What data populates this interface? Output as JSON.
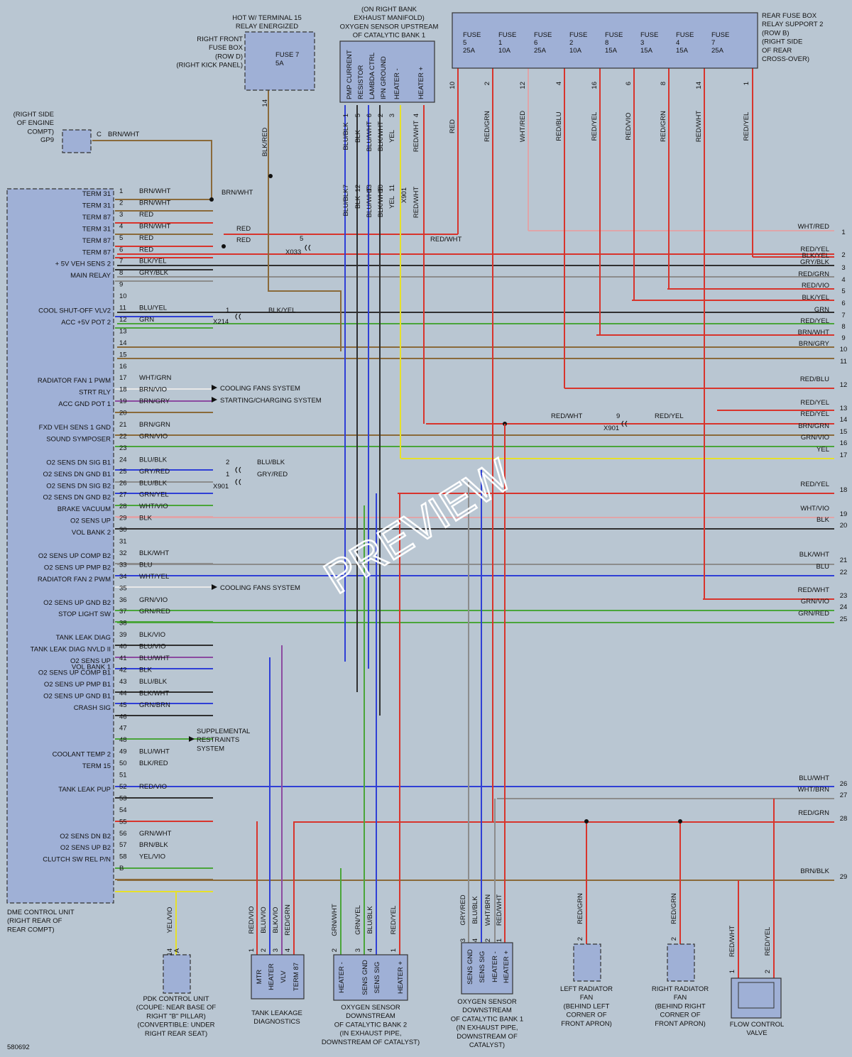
{
  "page_id": "580692",
  "watermark": "PREVIEW",
  "colors": {
    "background": "#b9c6d2",
    "component_fill": "#9fb0d6",
    "wire_red": "#d8342c",
    "wire_blue": "#2f3fd6",
    "wire_green": "#4aa53a",
    "wire_yellow": "#e6e02a",
    "wire_brown": "#8a6a3a",
    "wire_gray": "#8c8c8c",
    "wire_violet": "#8c4aa0",
    "wire_black": "#303030",
    "wire_pink": "#e0a4a8",
    "wire_white": "#e8e8e8",
    "wire_orange": "#d88a3a"
  },
  "labels": {
    "dme": [
      "DME CONTROL UNIT",
      "(RIGHT REAR OF",
      "REAR COMPT)"
    ],
    "gp9": [
      "(RIGHT SIDE",
      "OF ENGINE",
      "COMPT)",
      "GP9"
    ],
    "gp9_pin": "C",
    "gp9_wire": "BRN/WHT",
    "hot_terminal": [
      "HOT W/ TERMINAL 15",
      "RELAY ENERGIZED"
    ],
    "right_front_fuse": [
      "RIGHT FRONT",
      "FUSE BOX",
      "(ROW D)",
      "(RIGHT KICK PANEL)"
    ],
    "fuse7": [
      "FUSE 7",
      "5A"
    ],
    "o2_upstream": [
      "(ON RIGHT BANK",
      "EXHAUST MANIFOLD)",
      "OXYGEN SENSOR UPSTREAM",
      "OF CATALYTIC BANK 1"
    ],
    "o2_upstream_pins": [
      "PMP CURRENT",
      "RESISTOR",
      "LAMBDA CTRL",
      "IPN GROUND",
      "HEATER -",
      "HEATER +"
    ],
    "rear_fuse_box": [
      "REAR FUSE BOX",
      "RELAY SUPPORT 2",
      "(ROW B)",
      "(RIGHT SIDE",
      "OF REAR",
      "CROSS-OVER)"
    ],
    "fuses": [
      {
        "n": "5",
        "a": "25A"
      },
      {
        "n": "1",
        "a": "10A"
      },
      {
        "n": "6",
        "a": "25A"
      },
      {
        "n": "2",
        "a": "10A"
      },
      {
        "n": "8",
        "a": "15A"
      },
      {
        "n": "3",
        "a": "15A"
      },
      {
        "n": "4",
        "a": "15A"
      },
      {
        "n": "7",
        "a": "25A"
      }
    ],
    "fuse_word": "FUSE",
    "pdk": [
      "PDK CONTROL UNIT",
      "(COUPE: NEAR BASE OF",
      "RIGHT \"B\" PILLAR)",
      "(CONVERTIBLE: UNDER",
      "RIGHT REAR SEAT)"
    ],
    "tank_leak": [
      "TANK LEAKAGE",
      "DIAGNOSTICS"
    ],
    "tank_leak_pins": [
      "MTR",
      "HEATER",
      "VLV",
      "TERM 87"
    ],
    "o2_down_b2": [
      "OXYGEN SENSOR",
      "DOWNSTREAM",
      "OF CATALYTIC BANK 2",
      "(IN EXHAUST PIPE,",
      "DOWNSTREAM OF CATALYST)"
    ],
    "o2_down_b2_pins": [
      "HEATER -",
      "SENS GND",
      "SENS SIG",
      "HEATER +"
    ],
    "o2_down_b1": [
      "OXYGEN SENSOR",
      "DOWNSTREAM",
      "OF CATALYTIC BANK 1",
      "(IN EXHAUST PIPE,",
      "DOWNSTREAM OF",
      "CATALYST)"
    ],
    "o2_down_b1_pins": [
      "SENS GND",
      "SENS SIG",
      "HEATER -",
      "HEATER +"
    ],
    "left_fan": [
      "LEFT RADIATOR",
      "FAN",
      "(BEHIND LEFT",
      "CORNER OF",
      "FRONT APRON)"
    ],
    "right_fan": [
      "RIGHT RADIATOR",
      "FAN",
      "(BEHIND RIGHT",
      "CORNER OF",
      "FRONT APRON)"
    ],
    "flow_valve": [
      "FLOW CONTROL",
      "VALVE"
    ],
    "cooling_fans": "COOLING FANS SYSTEM",
    "starting_charging": "STARTING/CHARGING SYSTEM",
    "srs": [
      "SUPPLEMENTAL",
      "RESTRAINTS",
      "SYSTEM"
    ],
    "x033": "X033",
    "x214": "X214",
    "x901": "X901"
  },
  "dme_pins": [
    {
      "n": "1",
      "fn": "TERM 31",
      "wire": "BRN/WHT"
    },
    {
      "n": "2",
      "fn": "TERM 31",
      "wire": "BRN/WHT"
    },
    {
      "n": "3",
      "fn": "TERM 87",
      "wire": "RED"
    },
    {
      "n": "4",
      "fn": "TERM 31",
      "wire": "BRN/WHT"
    },
    {
      "n": "5",
      "fn": "TERM 87",
      "wire": "RED"
    },
    {
      "n": "6",
      "fn": "TERM 87",
      "wire": "RED"
    },
    {
      "n": "7",
      "fn": "+ 5V VEH SENS 2",
      "wire": "BLK/YEL"
    },
    {
      "n": "8",
      "fn": "MAIN RELAY",
      "wire": "GRY/BLK"
    },
    {
      "n": "9",
      "fn": "",
      "wire": ""
    },
    {
      "n": "10",
      "fn": "",
      "wire": ""
    },
    {
      "n": "11",
      "fn": "COOL SHUT-OFF VLV2",
      "wire": "BLU/YEL"
    },
    {
      "n": "12",
      "fn": "ACC +5V POT 2",
      "wire": "GRN"
    },
    {
      "n": "13",
      "fn": "",
      "wire": ""
    },
    {
      "n": "14",
      "fn": "",
      "wire": ""
    },
    {
      "n": "15",
      "fn": "",
      "wire": ""
    },
    {
      "n": "16",
      "fn": "",
      "wire": ""
    },
    {
      "n": "17",
      "fn": "RADIATOR FAN 1 PWM",
      "wire": "WHT/GRN"
    },
    {
      "n": "18",
      "fn": "STRT RLY",
      "wire": "BRN/VIO"
    },
    {
      "n": "19",
      "fn": "ACC GND POT 1",
      "wire": "BRN/GRY"
    },
    {
      "n": "20",
      "fn": "",
      "wire": ""
    },
    {
      "n": "21",
      "fn": "FXD VEH SENS 1 GND",
      "wire": "BRN/GRN"
    },
    {
      "n": "22",
      "fn": "SOUND SYMPOSER",
      "wire": "GRN/VIO"
    },
    {
      "n": "23",
      "fn": "",
      "wire": ""
    },
    {
      "n": "24",
      "fn": "O2 SENS DN SIG B1",
      "wire": "BLU/BLK"
    },
    {
      "n": "25",
      "fn": "O2 SENS DN GND B1",
      "wire": "GRY/RED"
    },
    {
      "n": "26",
      "fn": "O2 SENS DN SIG B2",
      "wire": "BLU/BLK"
    },
    {
      "n": "27",
      "fn": "O2 SENS DN GND B2",
      "wire": "GRN/YEL"
    },
    {
      "n": "28",
      "fn": "BRAKE VACUUM",
      "wire": "WHT/VIO"
    },
    {
      "n": "29",
      "fn": "O2 SENS UP",
      "wire": "BLK"
    },
    {
      "n": "30",
      "fn": "VOL BANK 2",
      "wire": ""
    },
    {
      "n": "31",
      "fn": "",
      "wire": ""
    },
    {
      "n": "32",
      "fn": "O2 SENS UP COMP B2",
      "wire": "BLK/WHT"
    },
    {
      "n": "33",
      "fn": "O2 SENS UP PMP B2",
      "wire": "BLU"
    },
    {
      "n": "34",
      "fn": "RADIATOR FAN 2 PWM",
      "wire": "WHT/YEL"
    },
    {
      "n": "35",
      "fn": "",
      "wire": ""
    },
    {
      "n": "36",
      "fn": "O2 SENS UP GND B2",
      "wire": "GRN/VIO"
    },
    {
      "n": "37",
      "fn": "STOP LIGHT SW",
      "wire": "GRN/RED"
    },
    {
      "n": "38",
      "fn": "",
      "wire": ""
    },
    {
      "n": "39",
      "fn": "TANK LEAK DIAG",
      "wire": "BLK/VIO"
    },
    {
      "n": "40",
      "fn": "TANK LEAK DIAG NVLD II",
      "wire": "BLU/VIO"
    },
    {
      "n": "41",
      "fn": "O2 SENS UP",
      "wire": "BLU/WHT"
    },
    {
      "n": "",
      "fn": "VOL BANK 1",
      "wire": ""
    },
    {
      "n": "42",
      "fn": "O2 SENS UP COMP B1",
      "wire": "BLK"
    },
    {
      "n": "43",
      "fn": "O2 SENS UP PMP B1",
      "wire": "BLU/BLK"
    },
    {
      "n": "44",
      "fn": "O2 SENS UP GND B1",
      "wire": "BLK/WHT"
    },
    {
      "n": "45",
      "fn": "CRASH SIG",
      "wire": "GRN/BRN"
    },
    {
      "n": "46",
      "fn": "",
      "wire": ""
    },
    {
      "n": "47",
      "fn": "",
      "wire": ""
    },
    {
      "n": "48",
      "fn": "",
      "wire": ""
    },
    {
      "n": "49",
      "fn": "COOLANT TEMP 2",
      "wire": "BLU/WHT"
    },
    {
      "n": "50",
      "fn": "TERM 15",
      "wire": "BLK/RED"
    },
    {
      "n": "51",
      "fn": "",
      "wire": ""
    },
    {
      "n": "52",
      "fn": "TANK LEAK PUP",
      "wire": "RED/VIO"
    },
    {
      "n": "53",
      "fn": "",
      "wire": ""
    },
    {
      "n": "54",
      "fn": "",
      "wire": ""
    },
    {
      "n": "55",
      "fn": "",
      "wire": ""
    },
    {
      "n": "56",
      "fn": "O2 SENS DN B2",
      "wire": "GRN/WHT"
    },
    {
      "n": "57",
      "fn": "O2 SENS UP B2",
      "wire": "BRN/BLK"
    },
    {
      "n": "58",
      "fn": "CLUTCH SW REL P/N",
      "wire": "YEL/VIO"
    },
    {
      "n": "B",
      "fn": "",
      "wire": ""
    }
  ],
  "right_terminals": [
    {
      "n": "1",
      "wire": "WHT/RED"
    },
    {
      "n": "2",
      "wire": "RED/YEL"
    },
    {
      "n": "",
      "wire": "BLK/YEL"
    },
    {
      "n": "3",
      "wire": "GRY/BLK"
    },
    {
      "n": "4",
      "wire": "RED/GRN"
    },
    {
      "n": "5",
      "wire": "RED/VIO"
    },
    {
      "n": "6",
      "wire": "BLK/YEL"
    },
    {
      "n": "7",
      "wire": "GRN"
    },
    {
      "n": "8",
      "wire": "RED/YEL"
    },
    {
      "n": "9",
      "wire": "BRN/WHT"
    },
    {
      "n": "10",
      "wire": "BRN/GRY"
    },
    {
      "n": "11",
      "wire": ""
    },
    {
      "n": "12",
      "wire": "RED/BLU"
    },
    {
      "n": "13",
      "wire": "RED/YEL"
    },
    {
      "n": "14",
      "wire": "RED/YEL"
    },
    {
      "n": "15",
      "wire": "BRN/GRN"
    },
    {
      "n": "16",
      "wire": "GRN/VIO"
    },
    {
      "n": "17",
      "wire": "YEL"
    },
    {
      "n": "18",
      "wire": "RED/YEL"
    },
    {
      "n": "19",
      "wire": "WHT/VIO"
    },
    {
      "n": "20",
      "wire": "BLK"
    },
    {
      "n": "21",
      "wire": "BLK/WHT"
    },
    {
      "n": "22",
      "wire": "BLU"
    },
    {
      "n": "23",
      "wire": "RED/WHT"
    },
    {
      "n": "24",
      "wire": "GRN/VIO"
    },
    {
      "n": "25",
      "wire": "GRN/RED"
    },
    {
      "n": "26",
      "wire": "BLU/WHT"
    },
    {
      "n": "27",
      "wire": "WHT/BRN"
    },
    {
      "n": "28",
      "wire": "RED/GRN"
    },
    {
      "n": "29",
      "wire": "BRN/BLK"
    }
  ],
  "fuse_out_wires": [
    {
      "n": "10",
      "wire": "RED"
    },
    {
      "n": "2",
      "wire": "RED/GRN"
    },
    {
      "n": "12",
      "wire": "WHT/RED"
    },
    {
      "n": "4",
      "wire": "RED/BLU"
    },
    {
      "n": "16",
      "wire": "RED/YEL"
    },
    {
      "n": "6",
      "wire": "RED/VIO"
    },
    {
      "n": "8",
      "wire": "RED/GRN"
    },
    {
      "n": "14",
      "wire": "RED/WHT"
    },
    {
      "n": "1",
      "wire": "RED/YEL"
    }
  ],
  "o2_up_wires": [
    {
      "n": "7",
      "wire": "BLU/BLK",
      "pin": "1"
    },
    {
      "n": "12",
      "wire": "BLK",
      "pin": "5"
    },
    {
      "n": "13",
      "wire": "BLU/WHT",
      "pin": "6"
    },
    {
      "n": "10",
      "wire": "BLK/WHT",
      "pin": "2"
    },
    {
      "n": "11",
      "wire": "YEL",
      "pin": "3"
    },
    {
      "n": "",
      "wire": "RED/WHT",
      "pin": "4"
    }
  ],
  "misc_wires": {
    "fuse7_out": "BLK/RED",
    "fuse7_pin": "14",
    "brn_wht_bus": "BRN/WHT",
    "red_a": "RED",
    "red_b": "RED",
    "x033_pin": "5",
    "red_wht": "RED/WHT",
    "blk_yel": "BLK/YEL",
    "x214_pin": "1",
    "blu_blk": "BLU/BLK",
    "gry_red": "GRY/RED",
    "x901_p2": "2",
    "x901_p1": "1",
    "red_wht_14": "RED/WHT",
    "red_yel_14": "RED/YEL",
    "x901_p9": "9",
    "o2_up_yel_x": "X901"
  },
  "bottom_wires": {
    "pdk": [
      {
        "n": "14",
        "wire": "YEL/VIO",
        "pin": "A"
      }
    ],
    "tank": [
      {
        "n": "1",
        "wire": "RED/VIO"
      },
      {
        "n": "2",
        "wire": "BLU/VIO"
      },
      {
        "n": "3",
        "wire": "BLK/VIO"
      },
      {
        "n": "4",
        "wire": "RED/GRN"
      }
    ],
    "o2b2": [
      {
        "n": "2",
        "wire": "GRN/WHT"
      },
      {
        "n": "3",
        "wire": "GRN/YEL"
      },
      {
        "n": "4",
        "wire": "BLU/BLK"
      },
      {
        "n": "1",
        "wire": "RED/YEL"
      }
    ],
    "o2b1": [
      {
        "n": "3",
        "wire": "GRY/RED"
      },
      {
        "n": "4",
        "wire": "BLU/BLK"
      },
      {
        "n": "2",
        "wire": "WHT/BRN"
      },
      {
        "n": "1",
        "wire": "RED/WHT"
      }
    ],
    "lfan": [
      {
        "n": "2",
        "wire": "RED/GRN"
      }
    ],
    "rfan": [
      {
        "n": "2",
        "wire": "RED/GRN"
      }
    ],
    "flow": [
      {
        "n": "1",
        "wire": "RED/WHT"
      },
      {
        "n": "2",
        "wire": "RED/YEL"
      }
    ]
  }
}
